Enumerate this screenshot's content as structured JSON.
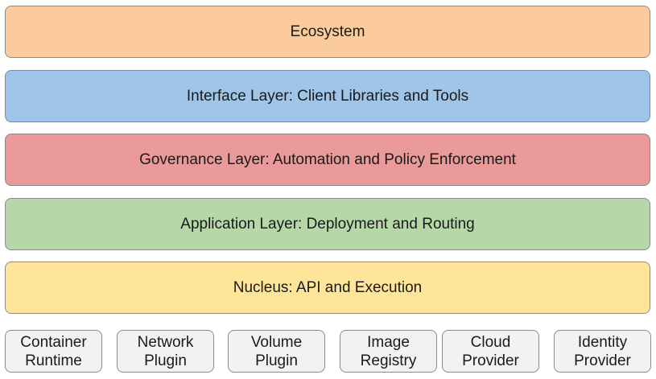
{
  "layers": [
    {
      "label": "Ecosystem",
      "color": "#fbcb9c"
    },
    {
      "label": "Interface Layer: Client Libraries and Tools",
      "color": "#9fc5e8"
    },
    {
      "label": "Governance Layer: Automation and Policy Enforcement",
      "color": "#ea9a99"
    },
    {
      "label": "Application Layer: Deployment and Routing",
      "color": "#b6d7a8"
    },
    {
      "label": "Nucleus: API and Execution",
      "color": "#ffe59a"
    }
  ],
  "components": [
    {
      "line1": "Container",
      "line2": "Runtime"
    },
    {
      "line1": "Network",
      "line2": "Plugin"
    },
    {
      "line1": "Volume",
      "line2": "Plugin"
    },
    {
      "line1": "Image",
      "line2": "Registry"
    },
    {
      "line1": "Cloud",
      "line2": "Provider"
    },
    {
      "line1": "Identity",
      "line2": "Provider"
    }
  ]
}
